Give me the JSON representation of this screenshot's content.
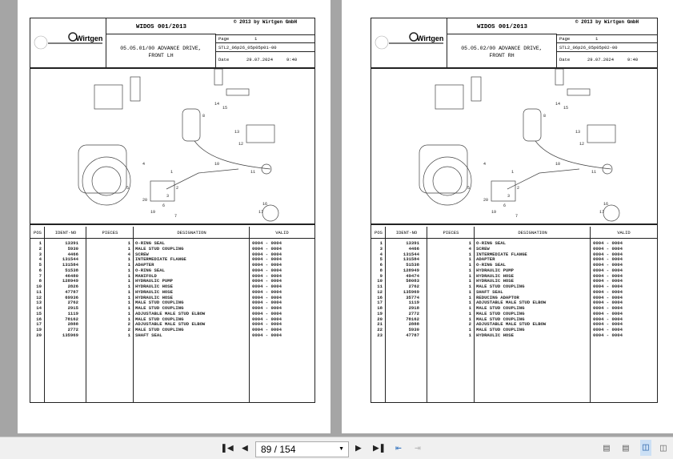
{
  "pages": [
    {
      "widos": "WIDOS 001/2013",
      "copyright": "© 2013 by Wirtgen GmbH",
      "title1": "05.05.01/00 ADVANCE DRIVE,",
      "title2": "FRONT LH",
      "page_label": "Page",
      "page_no": "1",
      "doc_id": "STL2_06p26_05p05p01-00",
      "date_label": "Date",
      "date": "29.07.2024",
      "time": "9:40",
      "logo": "Wirtgen",
      "headers": {
        "pos": "POS",
        "ident": "IDENT-NO",
        "pieces": "PIECES",
        "designation": "DESIGNATION",
        "valid": "VALID"
      },
      "rows": [
        [
          "1",
          "13391",
          "1",
          "O-RING SEAL",
          "0004 - 0004"
        ],
        [
          "2",
          "5930",
          "1",
          "MALE STUD COUPLING",
          "0004 - 0004"
        ],
        [
          "3",
          "4466",
          "4",
          "SCREW",
          "0004 - 0004"
        ],
        [
          "4",
          "131544",
          "1",
          "INTERMEDIATE FLANGE",
          "0004 - 0004"
        ],
        [
          "5",
          "131584",
          "1",
          "ADAPTER",
          "0004 - 0004"
        ],
        [
          "6",
          "51538",
          "1",
          "O-RING SEAL",
          "0004 - 0004"
        ],
        [
          "7",
          "46480",
          "1",
          "MANIFOLD",
          "0004 - 0004"
        ],
        [
          "8",
          "128949",
          "1",
          "HYDRAULIC PUMP",
          "0004 - 0004"
        ],
        [
          "10",
          "2826",
          "1",
          "HYDRAULIC HOSE",
          "0004 - 0004"
        ],
        [
          "11",
          "47787",
          "1",
          "HYDRAULIC HOSE",
          "0004 - 0004"
        ],
        [
          "12",
          "69936",
          "1",
          "HYDRAULIC HOSE",
          "0004 - 0004"
        ],
        [
          "13",
          "2762",
          "1",
          "MALE STUD COUPLING",
          "0004 - 0004"
        ],
        [
          "14",
          "2915",
          "1",
          "MALE STUD COUPLING",
          "0004 - 0004"
        ],
        [
          "15",
          "1119",
          "1",
          "ADJUSTABLE MALE STUD ELBOW",
          "0004 - 0004"
        ],
        [
          "16",
          "78162",
          "1",
          "MALE STUD COUPLING",
          "0004 - 0004"
        ],
        [
          "17",
          "2888",
          "2",
          "ADJUSTABLE MALE STUD ELBOW",
          "0004 - 0004"
        ],
        [
          "19",
          "2772",
          "2",
          "MALE STUD COUPLING",
          "0004 - 0004"
        ],
        [
          "20",
          "135969",
          "1",
          "SHAFT SEAL",
          "0004 - 0004"
        ]
      ]
    },
    {
      "widos": "WIDOS 001/2013",
      "copyright": "© 2013 by Wirtgen GmbH",
      "title1": "05.05.02/00 ADVANCE DRIVE,",
      "title2": "FRONT RH",
      "page_label": "Page",
      "page_no": "1",
      "doc_id": "STL2_06p26_05p05p02-00",
      "date_label": "Date",
      "date": "29.07.2024",
      "time": "9:40",
      "logo": "Wirtgen",
      "headers": {
        "pos": "POS",
        "ident": "IDENT-NO",
        "pieces": "PIECES",
        "designation": "DESIGNATION",
        "valid": "VALID"
      },
      "rows": [
        [
          "1",
          "13391",
          "1",
          "O-RING SEAL",
          "0004 - 0004"
        ],
        [
          "3",
          "4466",
          "4",
          "SCREW",
          "0004 - 0004"
        ],
        [
          "4",
          "131544",
          "1",
          "INTERMEDIATE FLANGE",
          "0004 - 0004"
        ],
        [
          "5",
          "131584",
          "1",
          "ADAPTER",
          "0004 - 0004"
        ],
        [
          "6",
          "51538",
          "1",
          "O-RING SEAL",
          "0004 - 0004"
        ],
        [
          "8",
          "128949",
          "1",
          "HYDRAULIC PUMP",
          "0004 - 0004"
        ],
        [
          "9",
          "49474",
          "1",
          "HYDRAULIC HOSE",
          "0004 - 0004"
        ],
        [
          "10",
          "58083",
          "1",
          "HYDRAULIC HOSE",
          "0004 - 0004"
        ],
        [
          "11",
          "2762",
          "1",
          "MALE STUD COUPLING",
          "0004 - 0004"
        ],
        [
          "12",
          "135969",
          "1",
          "SHAFT SEAL",
          "0004 - 0004"
        ],
        [
          "16",
          "35774",
          "1",
          "REDUCING ADAPTOR",
          "0004 - 0004"
        ],
        [
          "17",
          "1119",
          "1",
          "ADJUSTABLE MALE STUD ELBOW",
          "0004 - 0004"
        ],
        [
          "18",
          "2918",
          "1",
          "MALE STUD COUPLING",
          "0004 - 0004"
        ],
        [
          "19",
          "2772",
          "1",
          "MALE STUD COUPLING",
          "0004 - 0004"
        ],
        [
          "20",
          "78162",
          "1",
          "MALE STUD COUPLING",
          "0004 - 0004"
        ],
        [
          "21",
          "2888",
          "2",
          "ADJUSTABLE MALE STUD ELBOW",
          "0004 - 0004"
        ],
        [
          "22",
          "5930",
          "1",
          "MALE STUD COUPLING",
          "0004 - 0004"
        ],
        [
          "23",
          "47787",
          "1",
          "HYDRAULIC HOSE",
          "0004 - 0004"
        ]
      ]
    }
  ],
  "toolbar": {
    "page_value": "89 / 154"
  }
}
